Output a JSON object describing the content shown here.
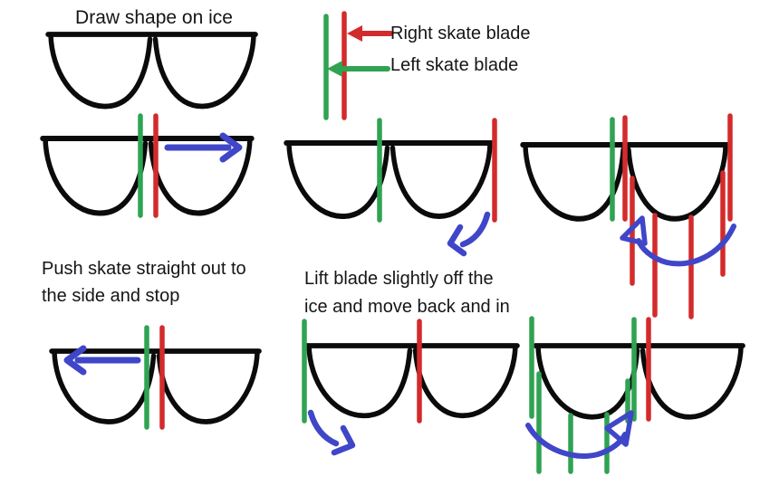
{
  "title": "Draw shape on ice",
  "legend": {
    "right_blade_label": "Right skate blade",
    "left_blade_label": "Left skate blade"
  },
  "steps": {
    "push": {
      "line1": "Push skate straight out to",
      "line2": "the side and stop"
    },
    "lift": {
      "line1": "Lift blade slightly off the",
      "line2": "ice and move back and in"
    }
  },
  "colors": {
    "ink": "#0b0b0b",
    "left_blade_green": "#2fa352",
    "right_blade_red": "#d32b2b",
    "motion_arrow_blue": "#3f46c8",
    "background": "#ffffff"
  }
}
